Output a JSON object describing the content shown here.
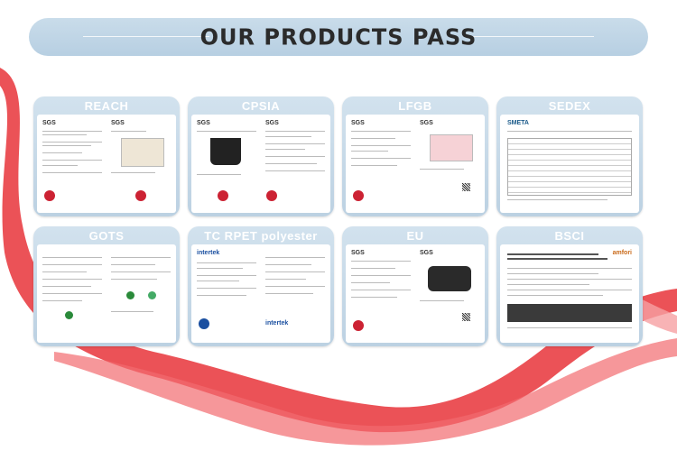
{
  "header": {
    "title": "OUR PRODUCTS PASS"
  },
  "certificates": [
    {
      "label": "REACH"
    },
    {
      "label": "CPSIA"
    },
    {
      "label": "LFGB"
    },
    {
      "label": "SEDEX"
    },
    {
      "label": "GOTS"
    },
    {
      "label": "TC RPET polyester"
    },
    {
      "label": "EU"
    },
    {
      "label": "BSCI"
    }
  ],
  "colors": {
    "banner": "#bcd1e2",
    "ribbon": "#e8343a",
    "label_text": "#ffffff"
  }
}
